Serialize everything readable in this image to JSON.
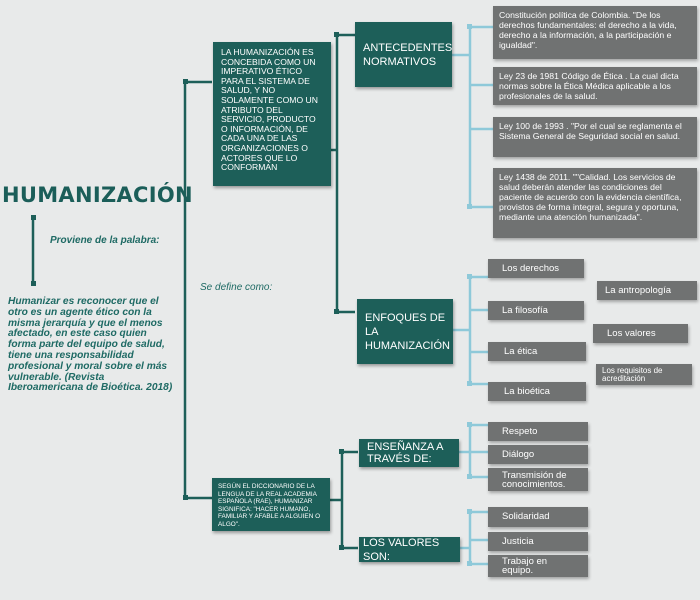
{
  "title": "HUMANIZACIÓN",
  "proviene": "Proviene de la palabra:",
  "definition": "Humanizar es reconocer que el otro es un agente ético con la misma jerarquía y que el menos afectado, en este caso quien forma parte del equipo de salud, tiene una responsabilidad profesional y moral sobre el más vulnerable. (Revista Iberoamericana de Bioética. 2018)",
  "se_define": "Se define como:",
  "concept_box": "LA HUMANIZACIÓN ES CONCEBIDA COMO UN IMPERATIVO ÉTICO PARA EL SISTEMA DE SALUD, Y NO SOLAMENTE COMO UN ATRIBUTO DEL SERVICIO, PRODUCTO O INFORMACIÓN, DE CADA UNA DE LAS ORGANIZACIONES O ACTORES QUE LO CONFORMAN",
  "rae_box": "SEGÚN EL DICCIONARIO DE LA LENGUA DE LA REAL ACADEMIA ESPAÑOLA (RAE), HUMANIZAR SIGNIFICA: \"HACER HUMANO, FAMILIAR Y AFABLE A ALGUIEN O ALGO\".",
  "headers": {
    "antecedentes": "ANTECEDENTES NORMATIVOS",
    "enfoques": "ENFOQUES DE LA HUMANIZACIÓN",
    "ensenanza": "ENSEÑANZA A TRAVÉS DE:",
    "valores": "LOS VALORES SON:"
  },
  "antecedentes_items": [
    "Constitución política de Colombia. \"De los derechos fundamentales: el derecho a la vida, derecho a la información, a la participación e igualdad\".",
    "Ley 23 de 1981 Código de Ética . La cual dicta normas sobre la Ética Médica aplicable a los profesionales de la salud.",
    "Ley 100 de 1993 . \"Por el cual se reglamenta el Sistema General de Seguridad social en salud.",
    "Ley 1438 de 2011. \"\"Calidad. Los servicios de salud deberán atender las condiciones del paciente de acuerdo con la evidencia científica, provistos de forma integral, segura y oportuna, mediante una atención humanizada\"."
  ],
  "enfoques_items": [
    "Los derechos",
    "La filosofía",
    "La ética",
    "La bioética"
  ],
  "enfoques_side": [
    "La antropología",
    "Los valores",
    "Los requisitos de acreditación"
  ],
  "ensenanza_items": [
    "Respeto",
    "Diálogo",
    "Transmisión de conocimientos."
  ],
  "valores_items": [
    "Solidaridad",
    "Justicia",
    "Trabajo en equipo."
  ],
  "colors": {
    "teal": "#1d5f59",
    "grey": "#707272",
    "light_blue": "#8ec9d9",
    "background": "#e8eaea"
  }
}
